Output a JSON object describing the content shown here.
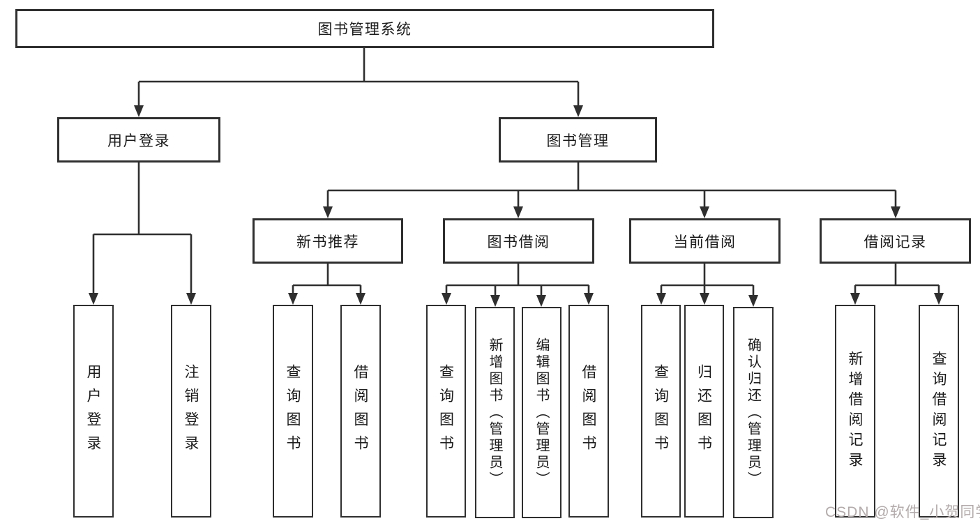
{
  "diagram": {
    "root": "图书管理系统",
    "level2": {
      "user_login": "用户登录",
      "book_mgmt": "图书管理"
    },
    "level3": {
      "new_books": "新书推荐",
      "book_borrow": "图书借阅",
      "current_borrow": "当前借阅",
      "borrow_records": "借阅记录"
    },
    "leaves": {
      "user_login": "用户登录",
      "logout": "注销登录",
      "nb_query": "查询图书",
      "nb_borrow": "借阅图书",
      "bb_query": "查询图书",
      "bb_add": "新增图书（管理员）",
      "bb_edit": "编辑图书（管理员）",
      "bb_borrow": "借阅图书",
      "cb_query": "查询图书",
      "cb_return": "归还图书",
      "cb_confirm": "确认归还（管理员）",
      "br_add": "新增借阅记录",
      "br_query": "查询借阅记录"
    }
  },
  "watermark": {
    "text": "CSDN @软件_小贺同学",
    "color": "#b3abab"
  },
  "colors": {
    "line": "#2f2f2f",
    "text": "#1b1b1b",
    "background": "#ffffff"
  }
}
